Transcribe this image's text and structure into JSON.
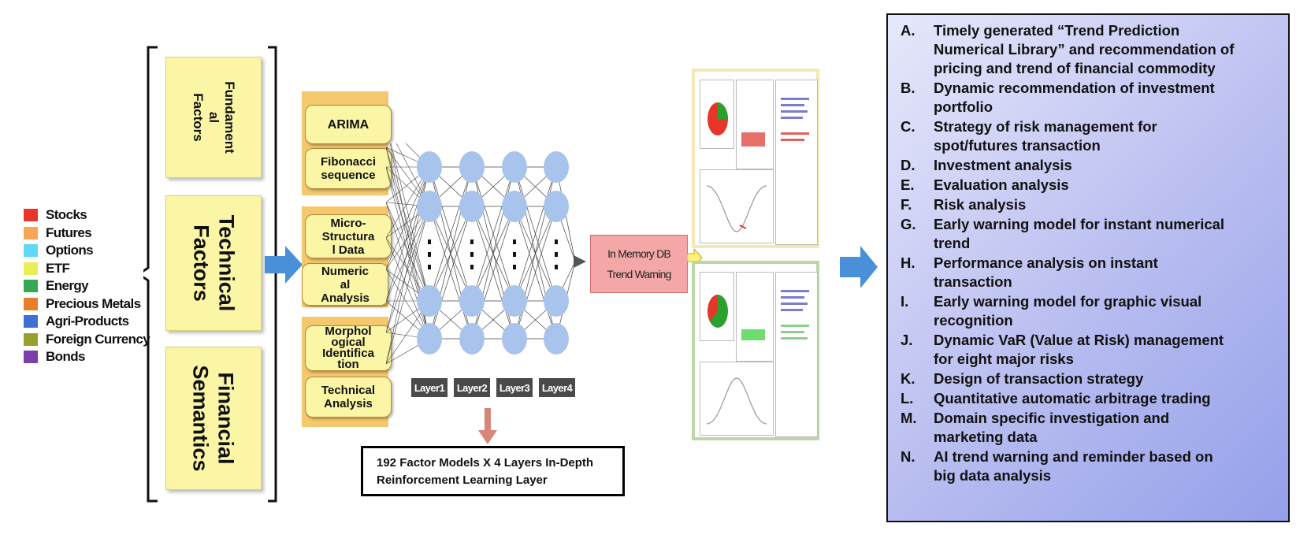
{
  "legend": {
    "items": [
      {
        "label": "Stocks",
        "color": "#e8352b"
      },
      {
        "label": "Futures",
        "color": "#f6a654"
      },
      {
        "label": "Options",
        "color": "#5fd9f4"
      },
      {
        "label": "ETF",
        "color": "#e9ef54"
      },
      {
        "label": "Energy",
        "color": "#34a853"
      },
      {
        "label": "Precious Metals",
        "color": "#e87d2a"
      },
      {
        "label": "Agri-Products",
        "color": "#3f6fd4"
      },
      {
        "label": "Foreign Currency",
        "color": "#97a02c"
      },
      {
        "label": "Bonds",
        "color": "#7a3fa9"
      }
    ]
  },
  "factors": {
    "fundamental": "Fundament\nal\nFactors",
    "technical": "Technical\nFactors",
    "semantics": "Financial\nSemantics"
  },
  "models": {
    "arima": "ARIMA",
    "fibonacci": "Fibonacci\nsequence",
    "micro": "Micro-\nStructura\nl Data",
    "numerical": "Numeric\nal\nAnalysis",
    "morph": "Morphol\nogical\nIdentifica\ntion",
    "technical": "Technical\nAnalysis"
  },
  "layers": [
    "Layer1",
    "Layer2",
    "Layer3",
    "Layer4"
  ],
  "inmemory": {
    "line1": "In Memory DB",
    "line2": "Trend Warning"
  },
  "caption": {
    "line1": "192 Factor Models X 4 Layers In-Depth",
    "line2": "Reinforcement Learning Layer"
  },
  "recommendations": [
    {
      "letter": "A.",
      "text": "Timely generated “Trend Prediction\nNumerical Library” and recommendation of\npricing and trend of financial commodity"
    },
    {
      "letter": "B.",
      "text": "Dynamic recommendation of investment\nportfolio"
    },
    {
      "letter": "C.",
      "text": "Strategy of risk management for\nspot/futures transaction"
    },
    {
      "letter": "D.",
      "text": "Investment analysis"
    },
    {
      "letter": "E.",
      "text": "Evaluation  analysis"
    },
    {
      "letter": "F.",
      "text": "Risk analysis"
    },
    {
      "letter": "G.",
      "text": "Early warning model for instant numerical\ntrend"
    },
    {
      "letter": "H.",
      "text": "Performance analysis on instant\ntransaction"
    },
    {
      "letter": "I.",
      "text": "Early warning model for graphic visual\nrecognition"
    },
    {
      "letter": "J.",
      "text": "Dynamic VaR (Value at Risk) management\nfor eight major risks"
    },
    {
      "letter": "K.",
      "text": "Design of transaction strategy"
    },
    {
      "letter": "L.",
      "text": "Quantitative automatic arbitrage trading"
    },
    {
      "letter": "M.",
      "text": "Domain specific investigation  and\nmarketing data"
    },
    {
      "letter": "N.",
      "text": "AI trend warning and reminder based on\nbig data analysis"
    }
  ],
  "colors": {
    "arrow": "#4a90d9",
    "down_arrow": "#d8857a",
    "node": "#a9c4ec"
  }
}
